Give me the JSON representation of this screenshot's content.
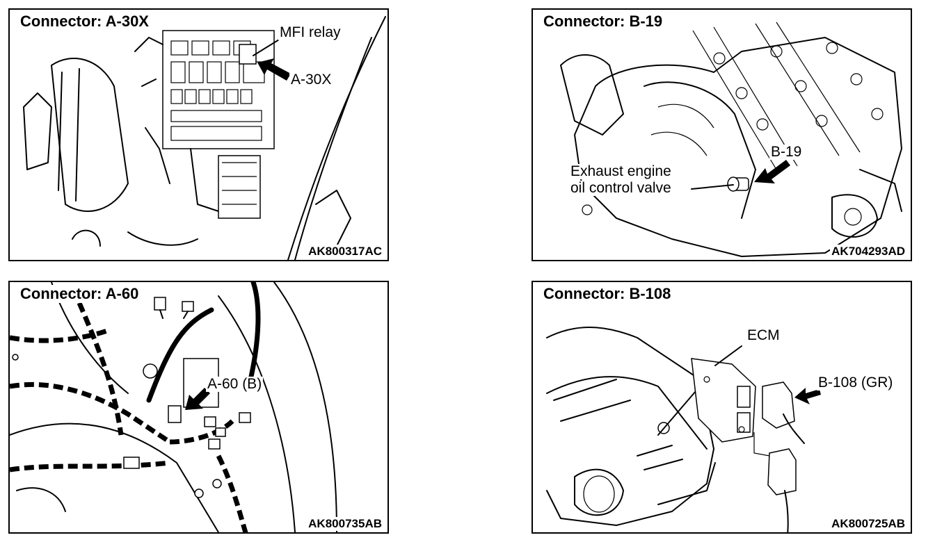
{
  "panels": [
    {
      "title": "Connector: A-30X",
      "code": "AK800317AC",
      "labels": {
        "relay": "MFI relay",
        "connector": "A-30X"
      }
    },
    {
      "title": "Connector: B-19",
      "code": "AK704293AD",
      "labels": {
        "connector": "B-19",
        "valve_line1": "Exhaust engine",
        "valve_line2": "oil control valve"
      }
    },
    {
      "title": "Connector: A-60",
      "code": "AK800735AB",
      "labels": {
        "connector": "A-60 (B)"
      }
    },
    {
      "title": "Connector: B-108",
      "code": "AK800725AB",
      "labels": {
        "ecm": "ECM",
        "connector": "B-108 (GR)"
      }
    }
  ]
}
